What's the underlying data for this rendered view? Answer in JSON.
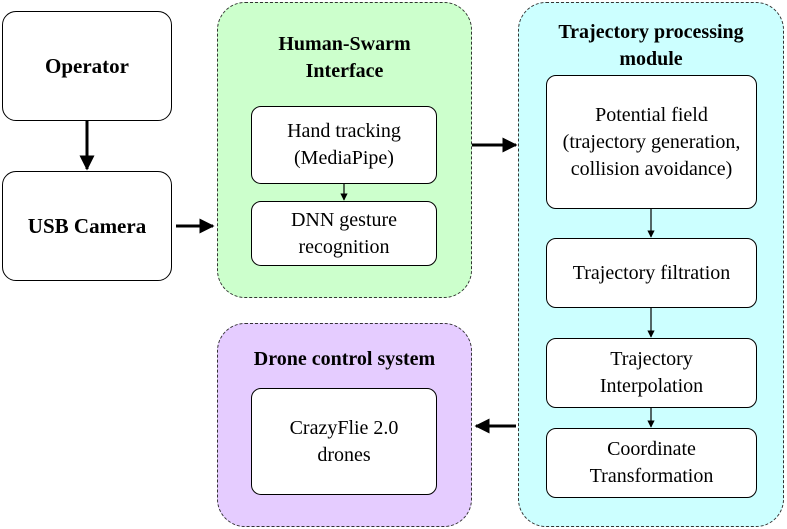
{
  "colors": {
    "interface_fill": "#ccffcc",
    "trajectory_fill": "#ccffff",
    "drone_fill": "#e5ccff",
    "stroke": "#000000"
  },
  "nodes": {
    "operator": "Operator",
    "usb_camera": "USB Camera",
    "hand_tracking": "Hand tracking (MediaPipe)",
    "dnn_gesture": "DNN gesture recognition",
    "potential_field": "Potential field (trajectory generation, collision avoidance)",
    "trajectory_filtration": "Trajectory filtration",
    "trajectory_interpolation": "Trajectory Interpolation",
    "coordinate_transformation": "Coordinate Transformation",
    "crazyflie": "CrazyFlie 2.0 drones"
  },
  "groups": {
    "human_swarm_interface": "Human-Swarm Interface",
    "trajectory_processing": "Trajectory processing module",
    "drone_control": "Drone control system"
  },
  "edges": [
    {
      "from": "operator",
      "to": "usb_camera"
    },
    {
      "from": "usb_camera",
      "to": "human_swarm_interface"
    },
    {
      "from": "hand_tracking",
      "to": "dnn_gesture"
    },
    {
      "from": "human_swarm_interface",
      "to": "trajectory_processing"
    },
    {
      "from": "potential_field",
      "to": "trajectory_filtration"
    },
    {
      "from": "trajectory_filtration",
      "to": "trajectory_interpolation"
    },
    {
      "from": "trajectory_interpolation",
      "to": "coordinate_transformation"
    },
    {
      "from": "trajectory_processing",
      "to": "drone_control"
    }
  ]
}
